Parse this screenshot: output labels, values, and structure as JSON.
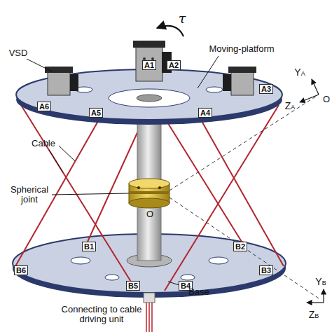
{
  "diagram": {
    "labels": [
      "τ",
      "VSD",
      "Moving-platform",
      "A1",
      "A2",
      "A3",
      "A6",
      "A5",
      "A4",
      "YA",
      "ZA",
      "O",
      "Cable",
      "B1",
      "B2",
      "B6",
      "B3",
      "B5",
      "B4",
      "O",
      "Spherical joint",
      "YB",
      "ZB",
      "Base",
      "Connecting to cable driving unit"
    ]
  }
}
